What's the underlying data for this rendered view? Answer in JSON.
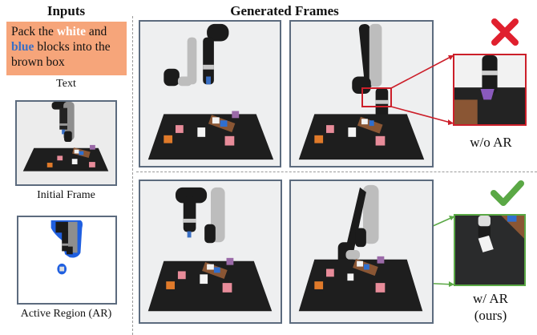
{
  "inputs": {
    "header": "Inputs",
    "prompt": {
      "part1": "Pack the ",
      "white_word": "white",
      "part2": " and ",
      "blue_word": "blue",
      "part3": " blocks into the brown box"
    },
    "text_caption": "Text",
    "initial_frame_caption": "Initial Frame",
    "active_region_caption": "Active Region (AR)"
  },
  "generated": {
    "header": "Generated Frames",
    "rows": [
      {
        "label": "w/o AR",
        "sublabel": "",
        "status_icon": "cross-icon",
        "accent": "#cc1f2a"
      },
      {
        "label": "w/ AR",
        "sublabel": "(ours)",
        "status_icon": "check-icon",
        "accent": "#5aa845"
      }
    ]
  },
  "colors": {
    "prompt_bg": "#f6a57a",
    "blue_word": "#3a6fc4",
    "frame_border": "#5c6b7e",
    "fail": "#cc1f2a",
    "success": "#5aa845",
    "ar_mask": "#1f5fe0"
  }
}
